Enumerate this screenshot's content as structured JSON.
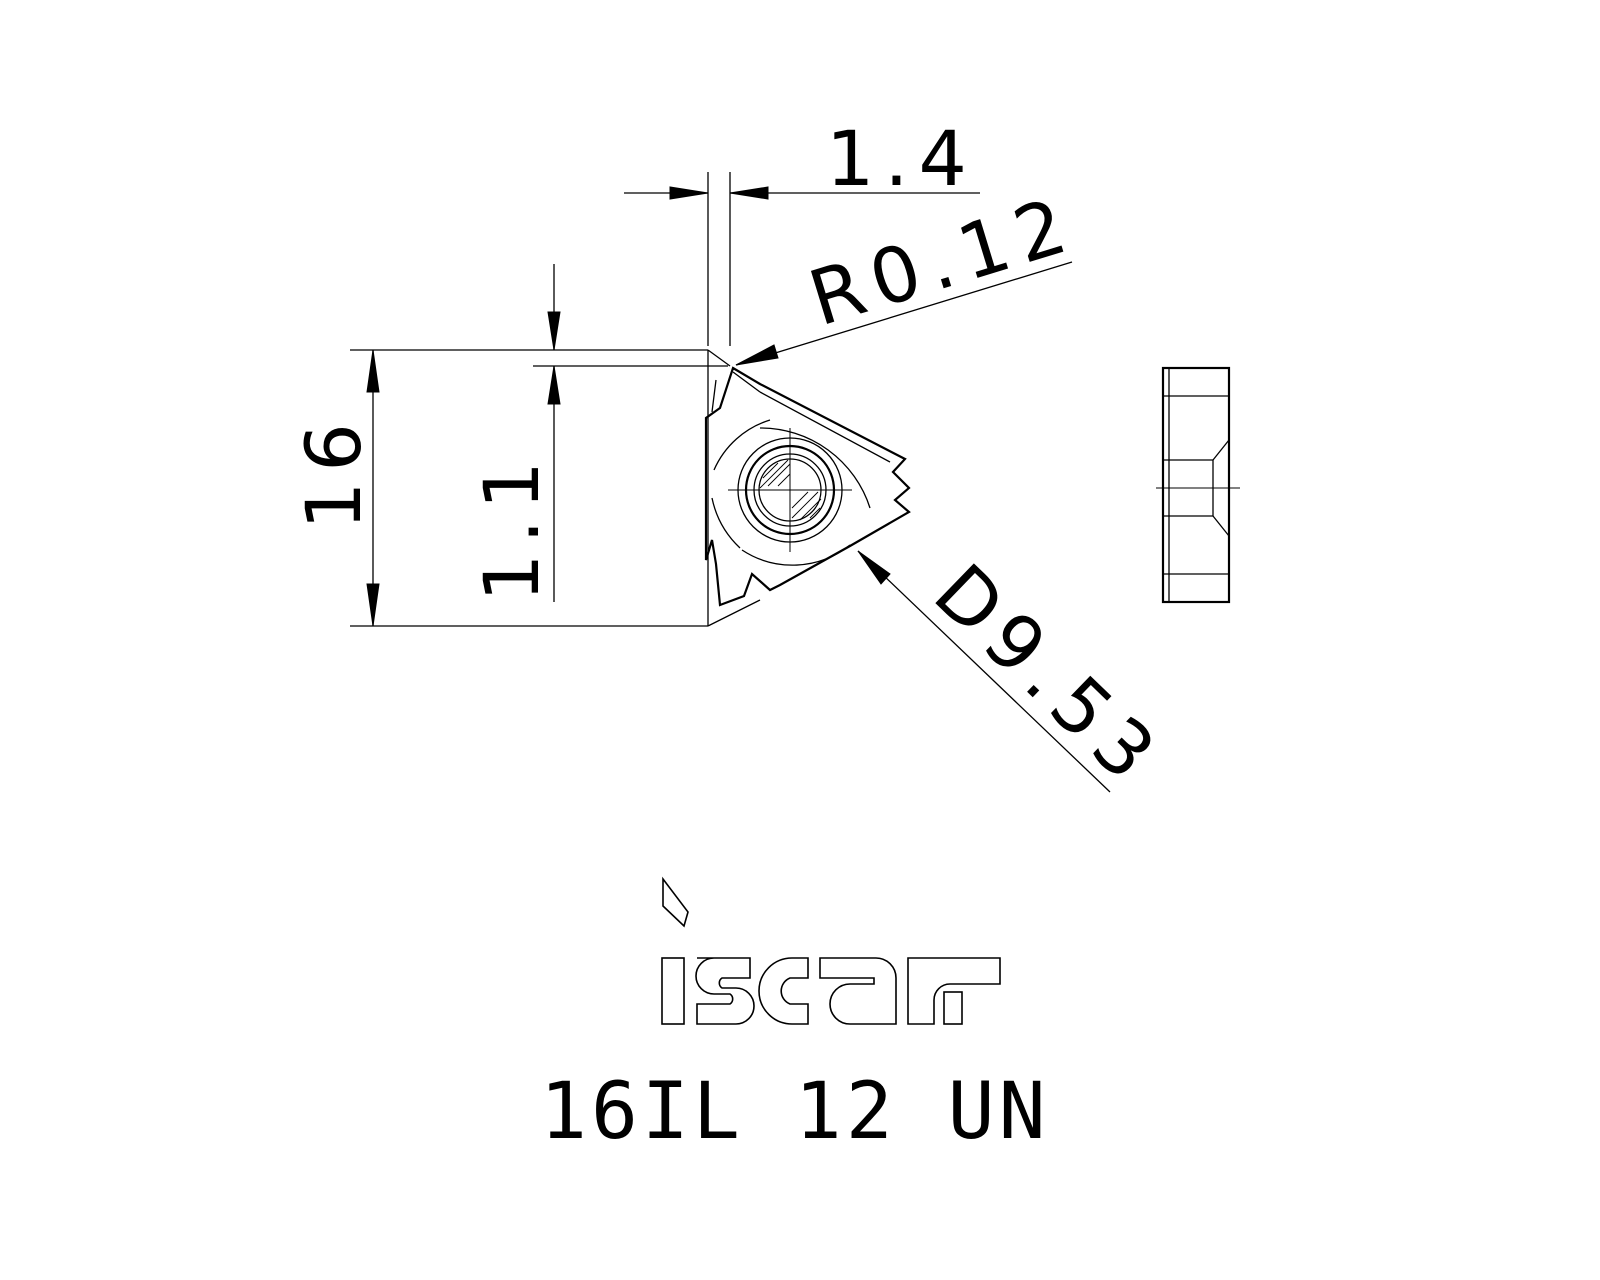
{
  "dimensions": {
    "width_offset": "1.4",
    "corner_radius": "R0.12",
    "insert_size": "16",
    "depth": "1.1",
    "inscribed_diameter": "D9.53"
  },
  "brand": {
    "logo_text": "iscar"
  },
  "part_number": "16IL 12 UN"
}
